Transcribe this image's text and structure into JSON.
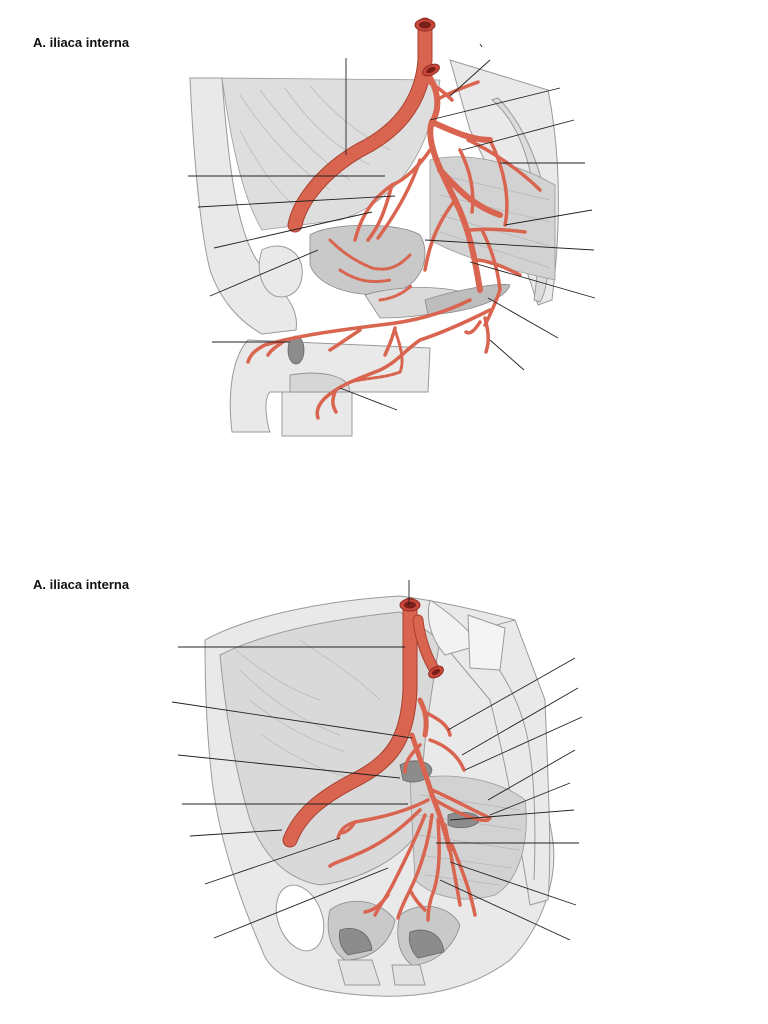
{
  "figures": [
    {
      "title": "A. iliaca interna",
      "view": "lateral"
    },
    {
      "title": "A. iliaca interna",
      "view": "medial"
    }
  ],
  "colors": {
    "artery": "#d9644f",
    "artery_edge": "#a8402f",
    "bone": "#e9e9e9",
    "tissue": "#d2d2d2",
    "leader": "#222222"
  }
}
